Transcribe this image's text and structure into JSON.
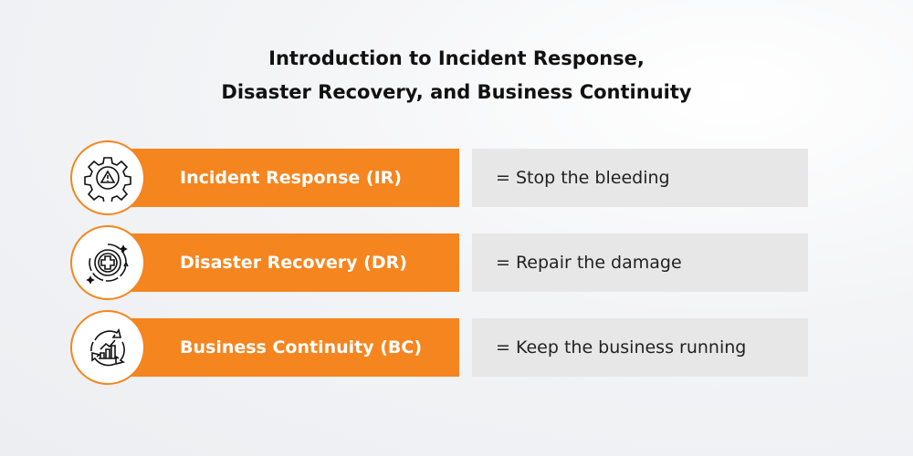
{
  "title": {
    "line1": "Introduction to Incident Response,",
    "line2": "Disaster Recovery, and Business Continuity"
  },
  "rows": [
    {
      "label": "Incident Response (IR)",
      "description": "= Stop the bleeding",
      "icon": "gear-warning-icon"
    },
    {
      "label": "Disaster Recovery (DR)",
      "description": "= Repair the damage",
      "icon": "medical-cross-recovery-icon"
    },
    {
      "label": "Business Continuity (BC)",
      "description": "= Keep the business running",
      "icon": "growth-cycle-icon"
    }
  ],
  "colors": {
    "accent": "#F5851F",
    "description_bg": "#E7E7E8"
  }
}
